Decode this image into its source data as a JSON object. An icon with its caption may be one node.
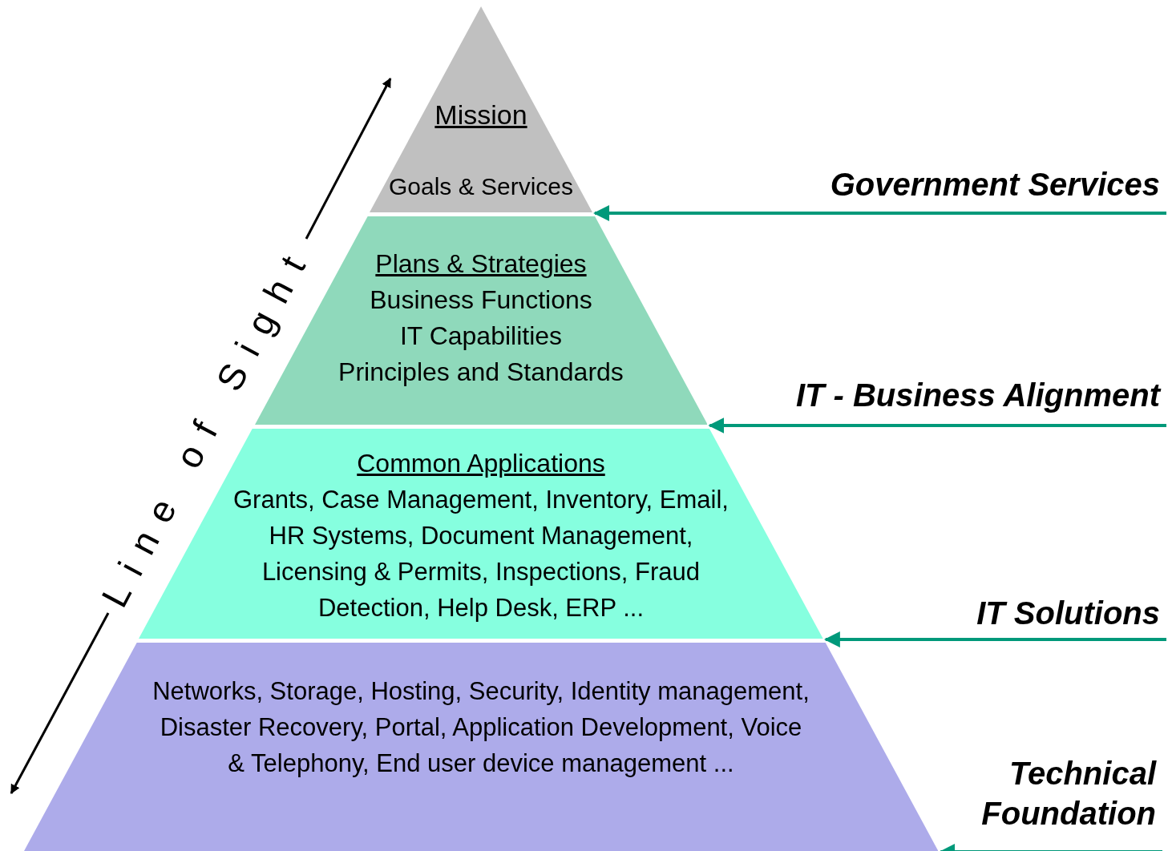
{
  "diagram": {
    "nodes": [
      {
        "text": [
          "Mission",
          "Goals & Services"
        ]
      },
      {
        "text": [
          "Plans & Strategies",
          "Business Functions",
          "IT Capabilities",
          "Principles and Standards"
        ]
      },
      {
        "text": [
          "Common Applications",
          "Grants, Case Management, Inventory, Email, HR Systems, Document Management, Licensing & Permits, Inspections, Fraud Detection, Help Desk, ERP ..."
        ]
      },
      {
        "text": [
          "Networks, Storage, Hosting, Security, Identity management, Disaster Recovery, Portal, Application Development, Voice & Telephony, End user device management ..."
        ]
      },
      {
        "text": [
          "Government Services"
        ]
      },
      {
        "text": [
          "IT - Business Alignment"
        ]
      },
      {
        "text": [
          "IT Solutions"
        ]
      },
      {
        "text": [
          "Technical Foundation"
        ]
      }
    ],
    "edges": [
      {
        "from": 4,
        "to": 0,
        "arrow": "to"
      },
      {
        "from": 5,
        "to": 1,
        "arrow": "to"
      },
      {
        "from": 6,
        "to": 2,
        "arrow": "to"
      },
      {
        "from": 7,
        "to": 3,
        "arrow": "to"
      }
    ],
    "labels": [
      "Line of Sight"
    ]
  }
}
